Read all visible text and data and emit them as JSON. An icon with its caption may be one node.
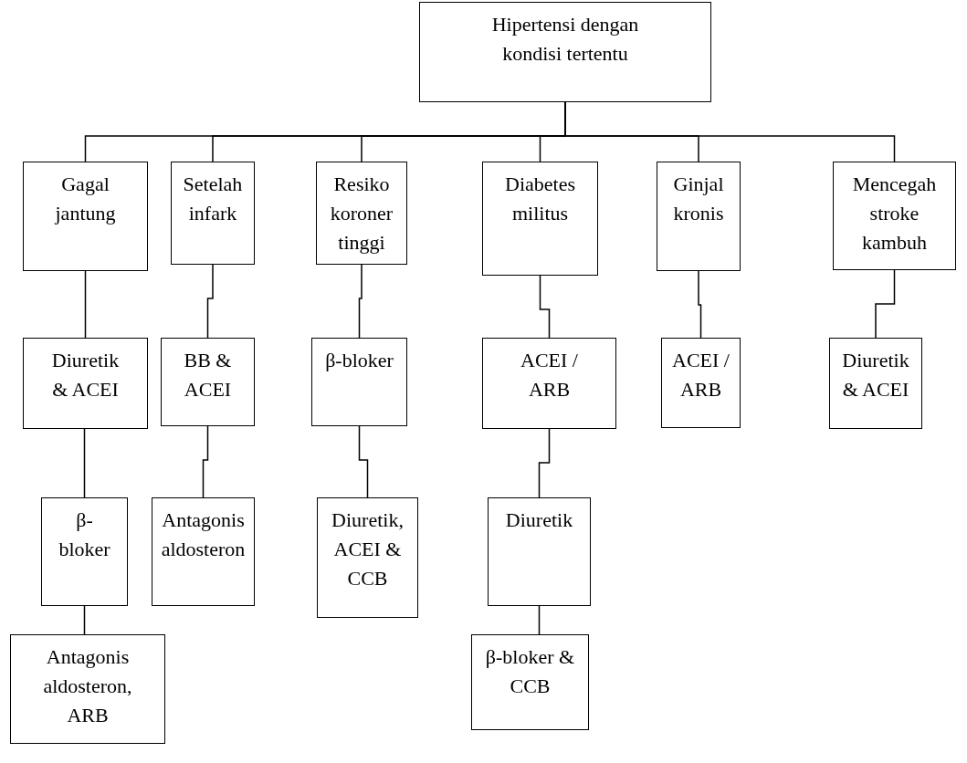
{
  "diagram": {
    "nodes": [
      {
        "text": [
          "Hipertensi dengan kondisi tertentu"
        ]
      },
      {
        "text": [
          "Gagal jantung"
        ]
      },
      {
        "text": [
          "Setelah infark"
        ]
      },
      {
        "text": [
          "Resiko koroner tinggi"
        ]
      },
      {
        "text": [
          "Diabetes militus"
        ]
      },
      {
        "text": [
          "Ginjal kronis"
        ]
      },
      {
        "text": [
          "Mencegah stroke kambuh"
        ]
      },
      {
        "text": [
          "Diuretik & ACEI"
        ]
      },
      {
        "text": [
          "BB & ACEI"
        ]
      },
      {
        "text": [
          "β-bloker"
        ]
      },
      {
        "text": [
          "ACEI / ARB"
        ]
      },
      {
        "text": [
          "ACEI / ARB"
        ]
      },
      {
        "text": [
          "Diuretik & ACEI"
        ]
      },
      {
        "text": [
          "β-bloker"
        ]
      },
      {
        "text": [
          "Antagonis aldosteron"
        ]
      },
      {
        "text": [
          "Diuretik, ACEI & CCB"
        ]
      },
      {
        "text": [
          "Diuretik"
        ]
      },
      {
        "text": [
          "Antagonis aldosteron, ARB"
        ]
      },
      {
        "text": [
          "β-bloker & CCB"
        ]
      }
    ],
    "edges": [
      {
        "from": 0,
        "to": 1,
        "arrow": "none"
      },
      {
        "from": 0,
        "to": 2,
        "arrow": "none"
      },
      {
        "from": 0,
        "to": 3,
        "arrow": "none"
      },
      {
        "from": 0,
        "to": 4,
        "arrow": "none"
      },
      {
        "from": 0,
        "to": 5,
        "arrow": "none"
      },
      {
        "from": 0,
        "to": 6,
        "arrow": "none"
      },
      {
        "from": 1,
        "to": 7,
        "arrow": "none"
      },
      {
        "from": 2,
        "to": 8,
        "arrow": "none"
      },
      {
        "from": 3,
        "to": 9,
        "arrow": "none"
      },
      {
        "from": 4,
        "to": 10,
        "arrow": "none"
      },
      {
        "from": 5,
        "to": 11,
        "arrow": "none"
      },
      {
        "from": 6,
        "to": 12,
        "arrow": "none"
      },
      {
        "from": 7,
        "to": 13,
        "arrow": "none"
      },
      {
        "from": 8,
        "to": 14,
        "arrow": "none"
      },
      {
        "from": 9,
        "to": 15,
        "arrow": "none"
      },
      {
        "from": 10,
        "to": 16,
        "arrow": "none"
      },
      {
        "from": 13,
        "to": 17,
        "arrow": "none"
      },
      {
        "from": 16,
        "to": 18,
        "arrow": "none"
      }
    ]
  }
}
